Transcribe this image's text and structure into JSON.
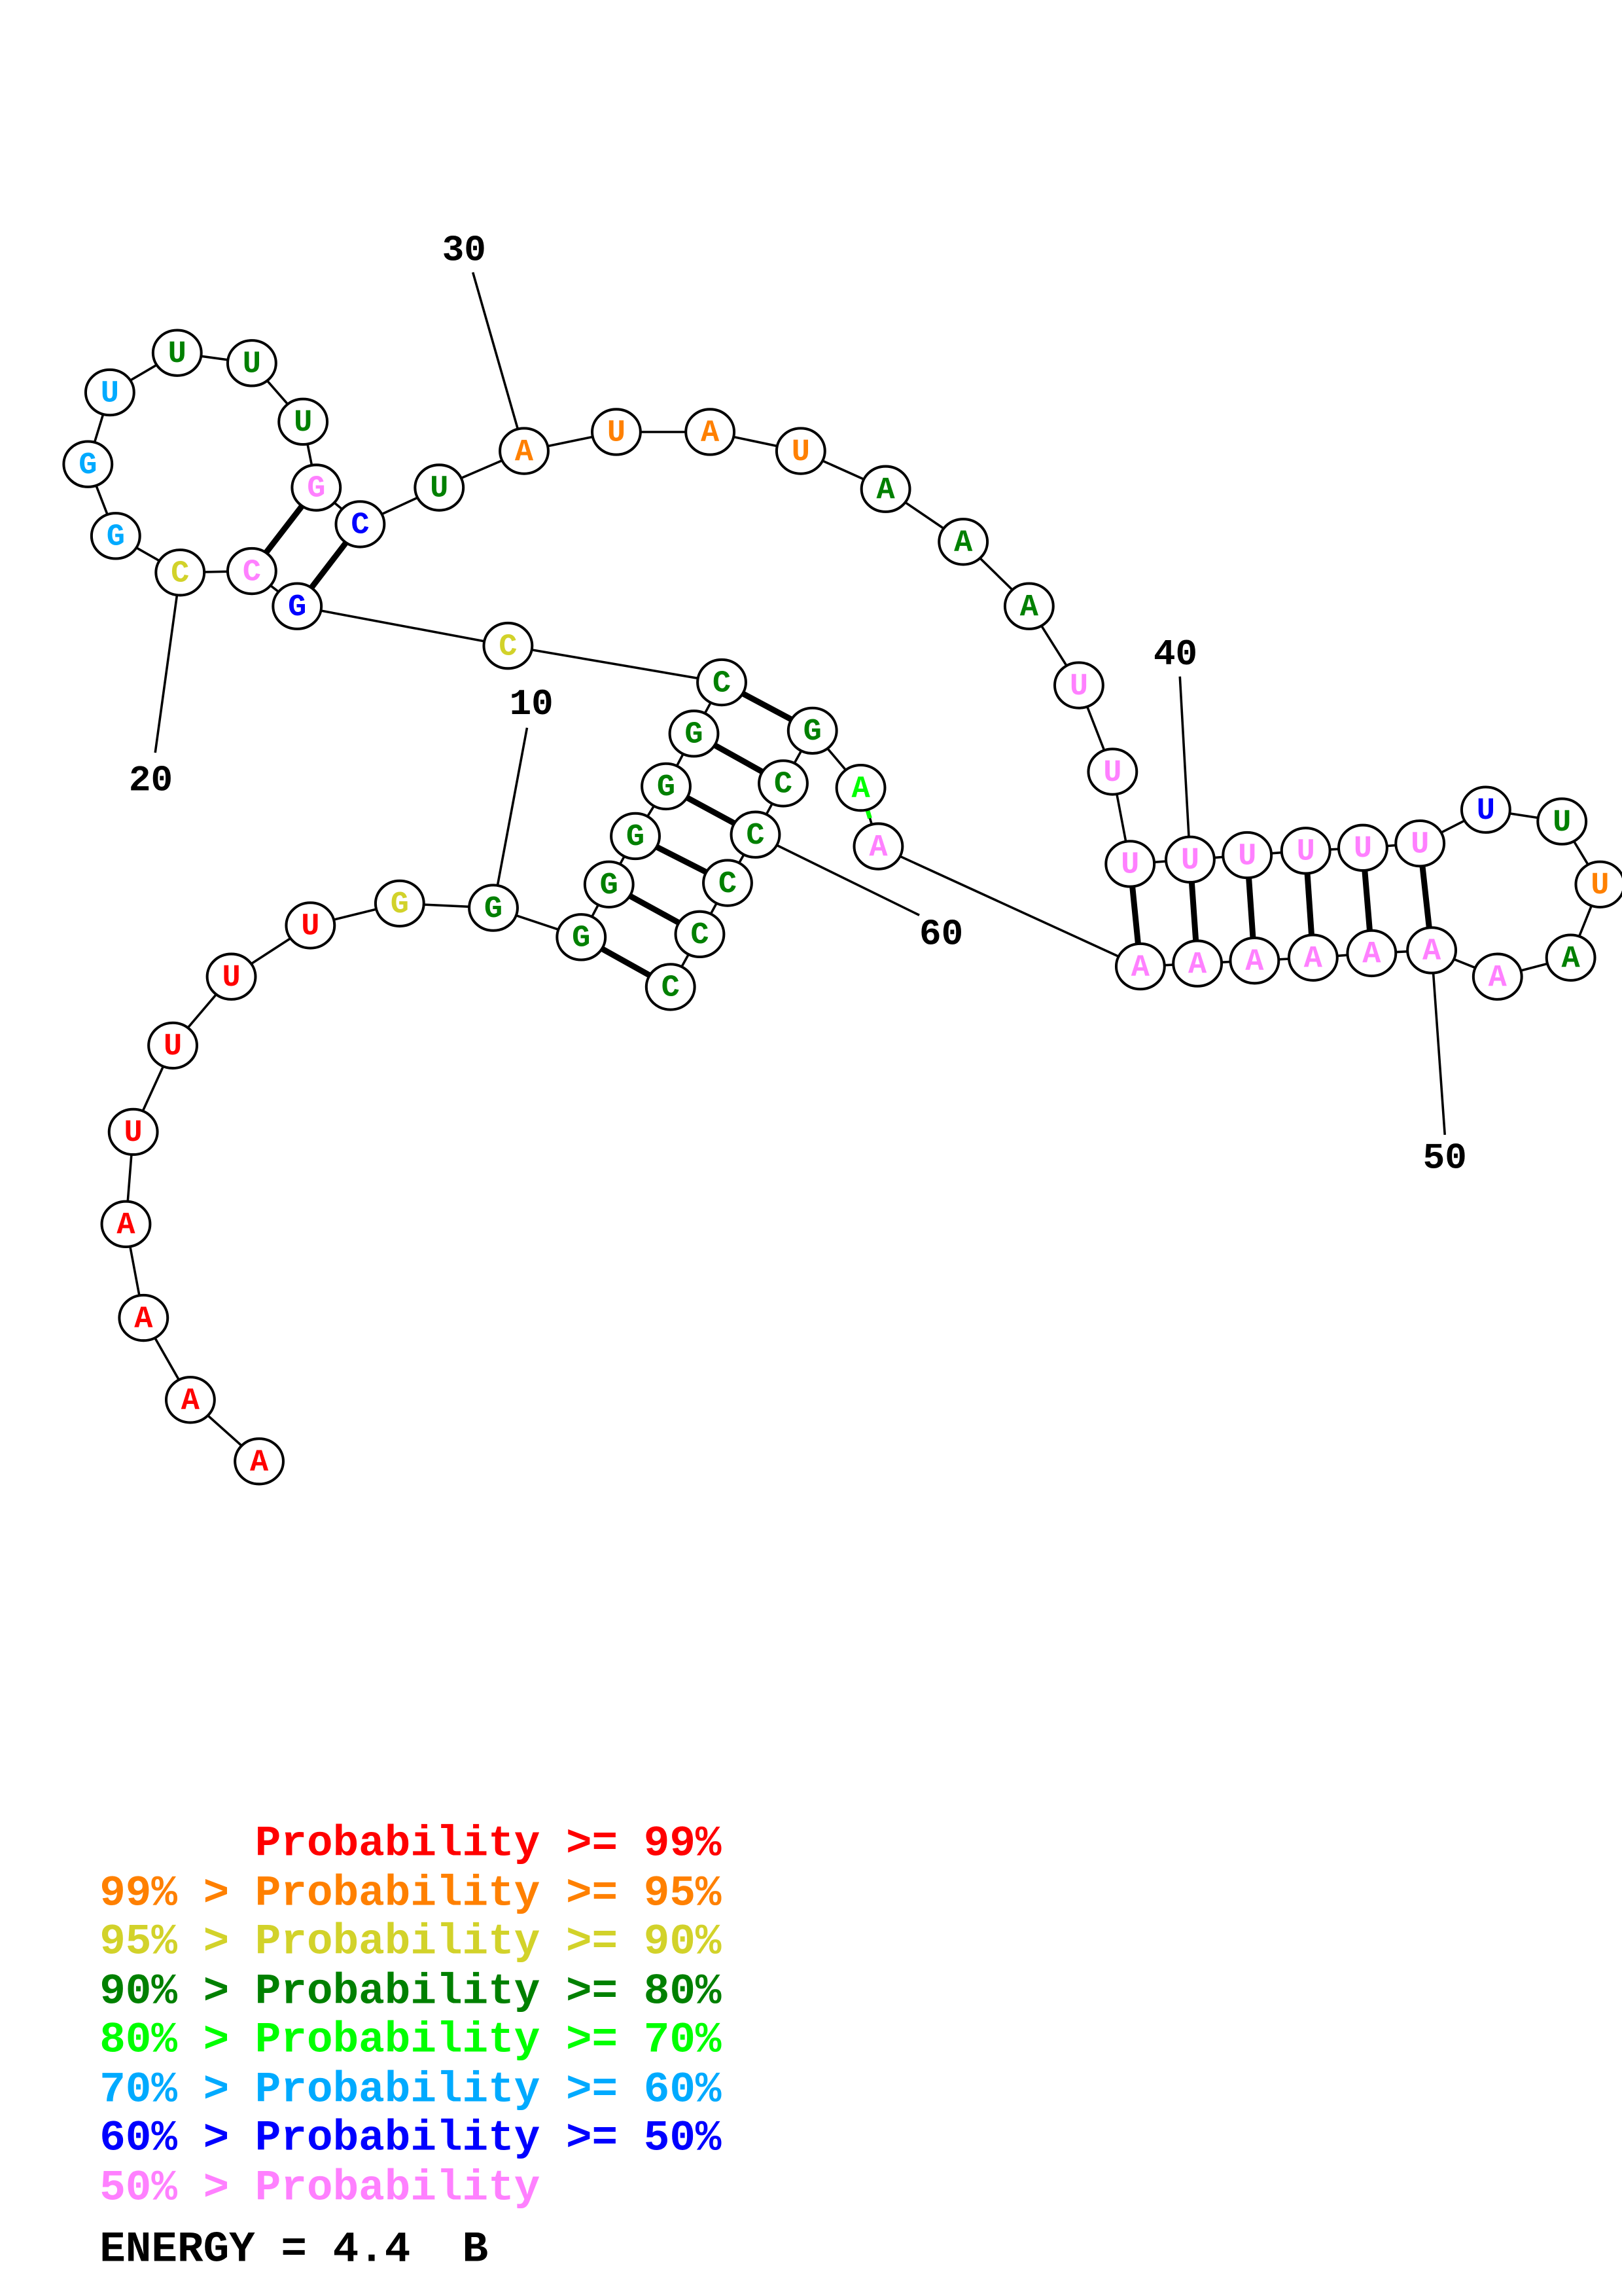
{
  "structure": {
    "sequence": [
      "A",
      "A",
      "A",
      "A",
      "U",
      "U",
      "U",
      "U",
      "G",
      "G",
      "G",
      "G",
      "G",
      "G",
      "G",
      "C",
      "C",
      "G",
      "C",
      "C",
      "G",
      "G",
      "U",
      "U",
      "U",
      "U",
      "G",
      "C",
      "U",
      "A",
      "U",
      "A",
      "U",
      "A",
      "A",
      "A",
      "U",
      "U",
      "U",
      "U",
      "U",
      "U",
      "U",
      "U",
      "U",
      "U",
      "U",
      "A",
      "A",
      "A",
      "A",
      "A",
      "A",
      "A",
      "A",
      "A",
      "A",
      "G",
      "C",
      "C",
      "C",
      "C",
      "C"
    ],
    "levels": [
      0,
      0,
      0,
      0,
      0,
      0,
      0,
      0,
      2,
      3,
      3,
      3,
      3,
      3,
      3,
      3,
      2,
      6,
      7,
      2,
      5,
      5,
      5,
      3,
      3,
      3,
      7,
      6,
      3,
      1,
      1,
      1,
      1,
      3,
      3,
      3,
      7,
      7,
      7,
      7,
      7,
      7,
      7,
      7,
      6,
      3,
      1,
      3,
      7,
      7,
      7,
      7,
      7,
      7,
      7,
      7,
      4,
      3,
      3,
      3,
      3,
      3,
      3
    ],
    "pairs": [
      [
        11,
        63
      ],
      [
        12,
        62
      ],
      [
        13,
        61
      ],
      [
        14,
        60
      ],
      [
        15,
        59
      ],
      [
        16,
        58
      ],
      [
        18,
        28
      ],
      [
        19,
        27
      ],
      [
        39,
        55
      ],
      [
        40,
        54
      ],
      [
        41,
        53
      ],
      [
        42,
        52
      ],
      [
        43,
        51
      ],
      [
        44,
        50
      ]
    ],
    "weak_pairs": [
      [
        56,
        57
      ]
    ],
    "position_labels": [
      "10",
      "20",
      "30",
      "40",
      "50",
      "60"
    ]
  },
  "legend": {
    "colors": [
      "#ff0000",
      "#ff8000",
      "#d2d22a",
      "#008000",
      "#00ff00",
      "#00aaff",
      "#0000ff",
      "#ff80ff"
    ],
    "lines": [
      "      Probability >= 99%",
      "99% > Probability >= 95%",
      "95% > Probability >= 90%",
      "90% > Probability >= 80%",
      "80% > Probability >= 70%",
      "70% > Probability >= 60%",
      "60% > Probability >= 50%",
      "50% > Probability"
    ],
    "energy": "ENERGY = 4.4  B"
  }
}
